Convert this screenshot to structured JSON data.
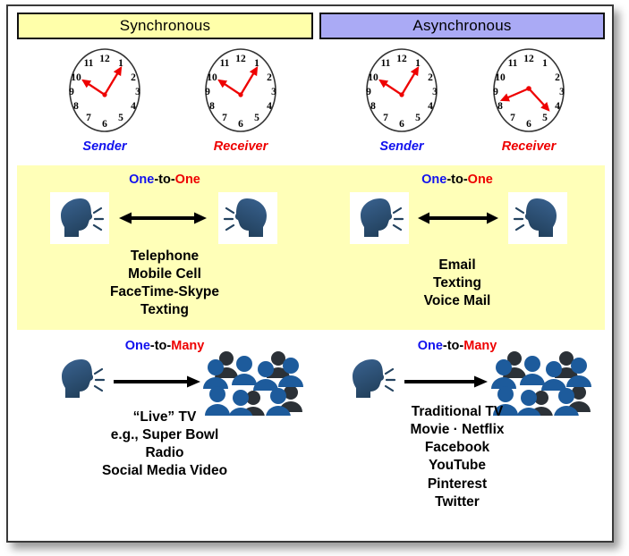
{
  "diagram": {
    "title_columns": [
      {
        "label": "Synchronous",
        "color": "#ffffaa"
      },
      {
        "label": "Asynchronous",
        "color": "#aaaaf5"
      }
    ],
    "colors": {
      "sync_banner": "#ffffaa",
      "async_banner": "#aaaaf5",
      "band_yellow": "#ffffb8",
      "sender_text": "#1111ee",
      "receiver_text": "#ee0000",
      "clock_hands": "#ee0000",
      "head_icon": "#2d5179",
      "crowd_dark": "#2b3137",
      "crowd_blue": "#1d5b9c",
      "frame_border": "#3a3a3a"
    },
    "clock_row": [
      {
        "role": "Sender",
        "role_color": "#1111ee",
        "hour": 10,
        "minute": 5,
        "icon": "clock-icon"
      },
      {
        "role": "Receiver",
        "role_color": "#ee0000",
        "hour": 10,
        "minute": 5,
        "icon": "clock-icon"
      },
      {
        "role": "Sender",
        "role_color": "#1111ee",
        "hour": 10,
        "minute": 5,
        "icon": "clock-icon"
      },
      {
        "role": "Receiver",
        "role_color": "#ee0000",
        "hour": 8,
        "minute": 22,
        "icon": "clock-icon"
      }
    ],
    "clock_numerals": [
      "12",
      "1",
      "2",
      "3",
      "4",
      "5",
      "6",
      "7",
      "8",
      "9",
      "10",
      "11"
    ],
    "rows": [
      {
        "band": "one-to-one",
        "background": "#ffffb8",
        "relation": {
          "first": "One",
          "middle": "-to-",
          "last": "One"
        },
        "arrow": "double-arrow",
        "cells": [
          {
            "left_icon": "speaking-head-right-icon",
            "right_icon": "speaking-head-left-icon",
            "items": [
              "Telephone",
              "Mobile Cell",
              "FaceTime-Skype",
              "Texting"
            ]
          },
          {
            "left_icon": "speaking-head-right-icon",
            "right_icon": "speaking-head-left-icon",
            "items": [
              "Email",
              "Texting",
              "Voice Mail"
            ]
          }
        ]
      },
      {
        "band": "one-to-many",
        "background": "#ffffff",
        "relation": {
          "first": "One",
          "middle": "-to-",
          "last": "Many"
        },
        "arrow": "single-arrow",
        "cells": [
          {
            "left_icon": "speaking-head-right-icon",
            "right_icon": "crowd-icon",
            "items": [
              "“Live” TV",
              "e.g., Super Bowl",
              "Radio",
              "Social Media Video"
            ]
          },
          {
            "left_icon": "speaking-head-right-icon",
            "right_icon": "crowd-icon",
            "items": [
              "Traditional TV",
              "Movie · Netflix",
              "Facebook",
              "YouTube",
              "Pinterest",
              "Twitter"
            ]
          }
        ]
      }
    ]
  }
}
